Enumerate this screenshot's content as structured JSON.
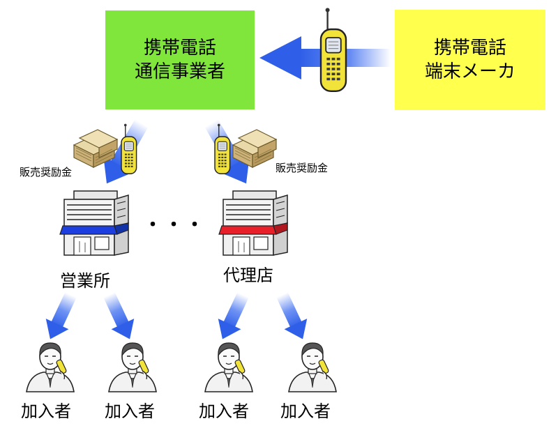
{
  "colors": {
    "carrier_box": "#80e63b",
    "maker_box": "#ffff4d",
    "arrow": "#3e6ef0",
    "phone_body": "#f2e33a",
    "awning_sales": "#1d3fe0",
    "awning_agency": "#e8202a"
  },
  "carrier": {
    "line1": "携帯電話",
    "line2": "通信事業者"
  },
  "maker": {
    "line1": "携帯電話",
    "line2": "端末メーカ"
  },
  "incentive_left": "販売奨励金",
  "incentive_right": "販売奨励金",
  "shop_sales": "営業所",
  "shop_agency": "代理店",
  "ellipsis": "・・・",
  "subscribers": [
    "加入者",
    "加入者",
    "加入者",
    "加入者"
  ],
  "icons": [
    "mobile-phone-icon",
    "money-stack-icon",
    "storefront-icon",
    "person-on-phone-icon"
  ]
}
